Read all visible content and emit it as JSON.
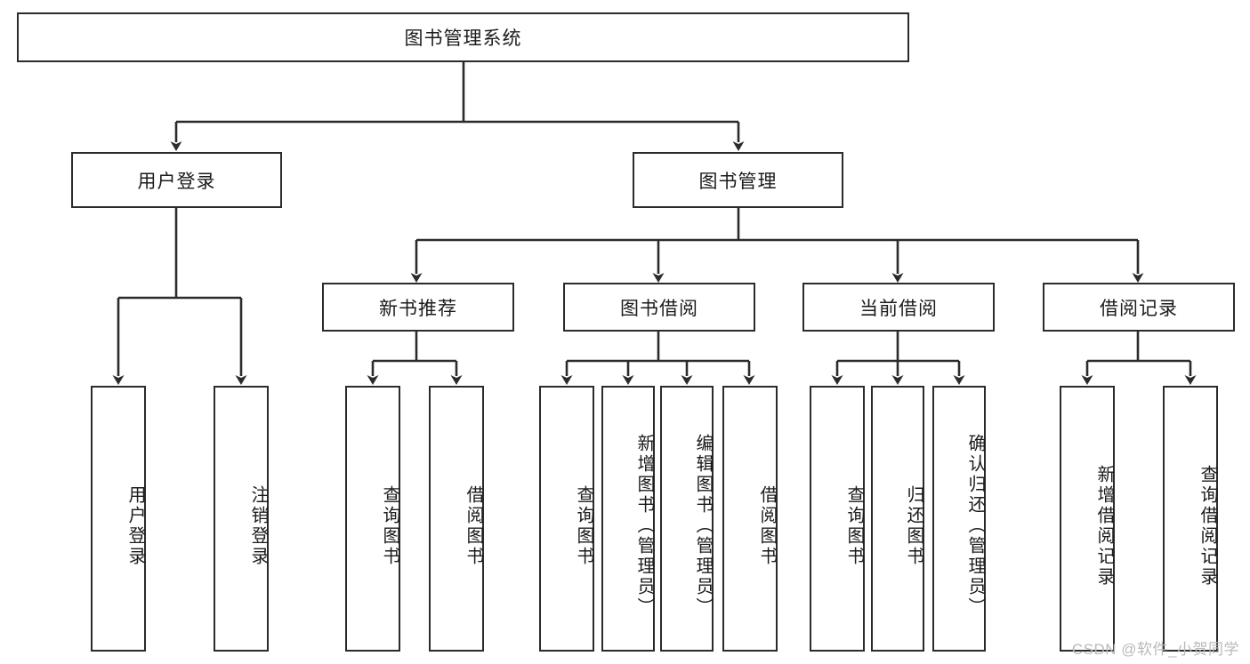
{
  "diagram": {
    "title": "图书管理系统",
    "type": "tree-hierarchy",
    "colors": {
      "box_border": "#2b2b2b",
      "box_fill": "#ffffff",
      "connector": "#2b2b2b",
      "text": "#1b1b1b",
      "watermark": "#b9b9b9",
      "background": "#ffffff"
    },
    "root": {
      "label": "图书管理系统"
    },
    "level1": [
      {
        "label": "用户登录"
      },
      {
        "label": "图书管理"
      }
    ],
    "level2": [
      {
        "label": "新书推荐"
      },
      {
        "label": "图书借阅"
      },
      {
        "label": "当前借阅"
      },
      {
        "label": "借阅记录"
      }
    ],
    "leaves": {
      "user_login": [
        {
          "label": "用户登录"
        },
        {
          "label": "注销登录"
        }
      ],
      "new_book_recommend": [
        {
          "label": "查询图书"
        },
        {
          "label": "借阅图书"
        }
      ],
      "book_borrow": [
        {
          "label": "查询图书"
        },
        {
          "label": "新增图书（管理员）"
        },
        {
          "label": "编辑图书（管理员）"
        },
        {
          "label": "借阅图书"
        }
      ],
      "current_borrow": [
        {
          "label": "查询图书"
        },
        {
          "label": "归还图书"
        },
        {
          "label": "确认归还（管理员）"
        }
      ],
      "borrow_record": [
        {
          "label": "新增借阅记录"
        },
        {
          "label": "查询借阅记录"
        }
      ]
    }
  },
  "watermark": {
    "text": "CSDN @软件_小贺同学"
  }
}
